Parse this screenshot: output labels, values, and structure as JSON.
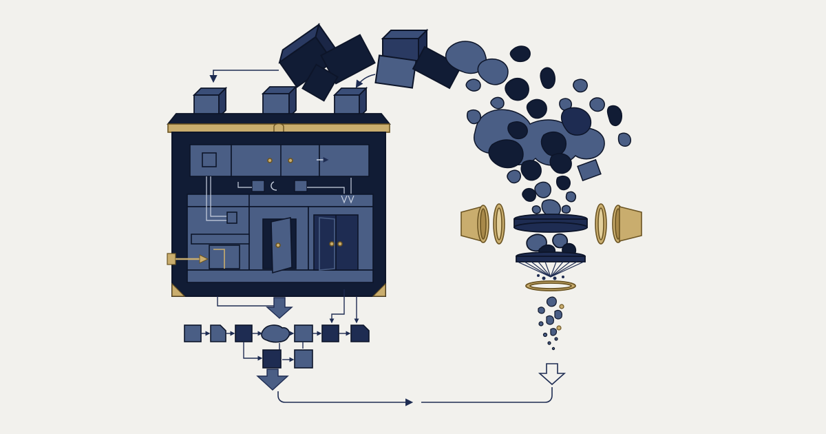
{
  "colors": {
    "background": "#f2f1ed",
    "navy_dark": "#111c35",
    "navy": "#1e2c52",
    "slate": "#4a5e85",
    "slate_light": "#5f7196",
    "gold": "#c9ad6e",
    "gold_dark": "#a8894a",
    "line": "#1e2c52"
  },
  "diagram": {
    "title": "",
    "nodes": [
      {
        "id": "cabinet",
        "kind": "structured-storage"
      },
      {
        "id": "falling-blocks",
        "kind": "tumbling-boxes"
      },
      {
        "id": "particle-cloud",
        "kind": "fragmenting-shapes"
      },
      {
        "id": "filter-lenses",
        "kind": "lens-pair"
      },
      {
        "id": "funnel",
        "kind": "sieve"
      },
      {
        "id": "pipeline",
        "kind": "block-flow"
      }
    ],
    "edges": [
      {
        "from": "falling-blocks",
        "to": "cabinet"
      },
      {
        "from": "cabinet",
        "to": "pipeline"
      },
      {
        "from": "pipeline",
        "to": "funnel"
      },
      {
        "from": "particle-cloud",
        "to": "funnel"
      }
    ]
  }
}
